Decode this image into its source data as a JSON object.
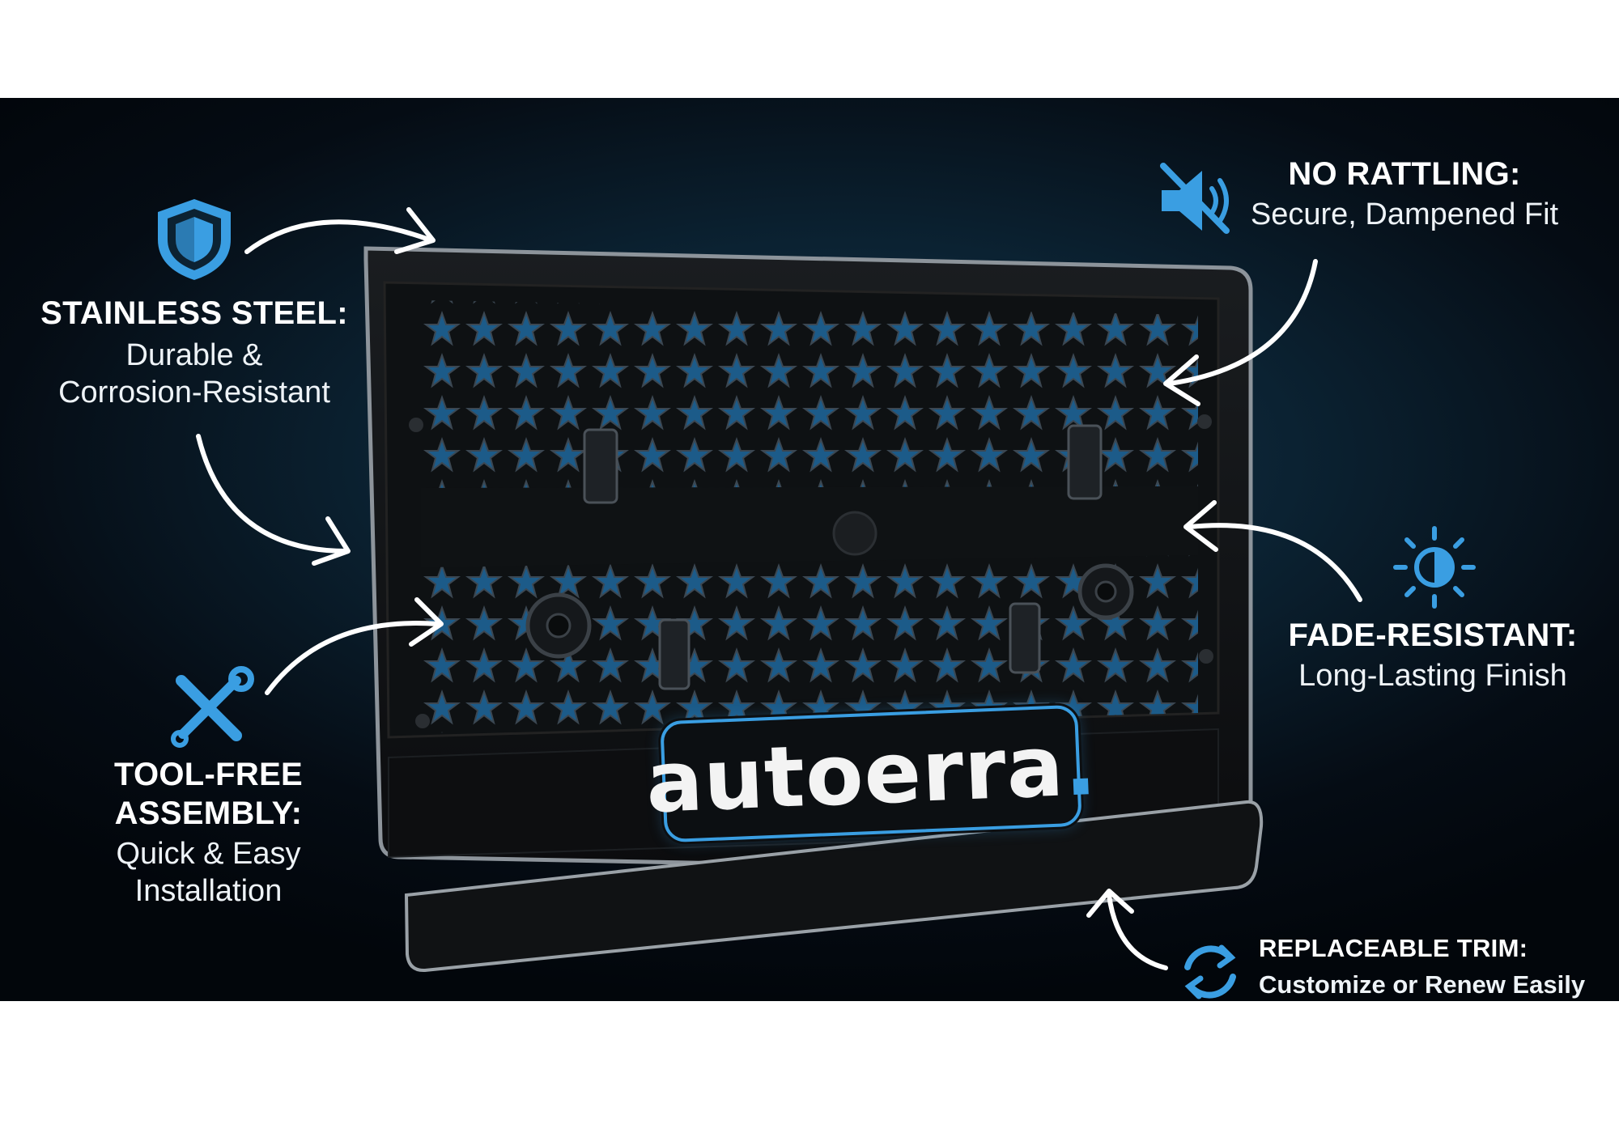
{
  "brand": {
    "name": "autoerra",
    "dot": ".",
    "accent": "#3a9ee2"
  },
  "features": {
    "stainless": {
      "title": "STAINLESS STEEL:",
      "line1": "Durable &",
      "line2": "Corrosion-Resistant",
      "icon": "shield-icon"
    },
    "tool_free": {
      "title1": "TOOL-FREE",
      "title2": "ASSEMBLY:",
      "line1": "Quick & Easy",
      "line2": "Installation",
      "icon": "wrench-screwdriver-icon"
    },
    "no_rattling": {
      "title": "NO RATTLING:",
      "line1": "Secure, Dampened Fit",
      "icon": "speaker-muted-icon"
    },
    "fade_resistant": {
      "title": "FADE-RESISTANT:",
      "line1": "Long-Lasting Finish",
      "icon": "sun-contrast-icon"
    },
    "replaceable_trim": {
      "title": "REPLACEABLE TRIM:",
      "line1": "Customize or Renew Easily",
      "icon": "refresh-icon"
    }
  }
}
